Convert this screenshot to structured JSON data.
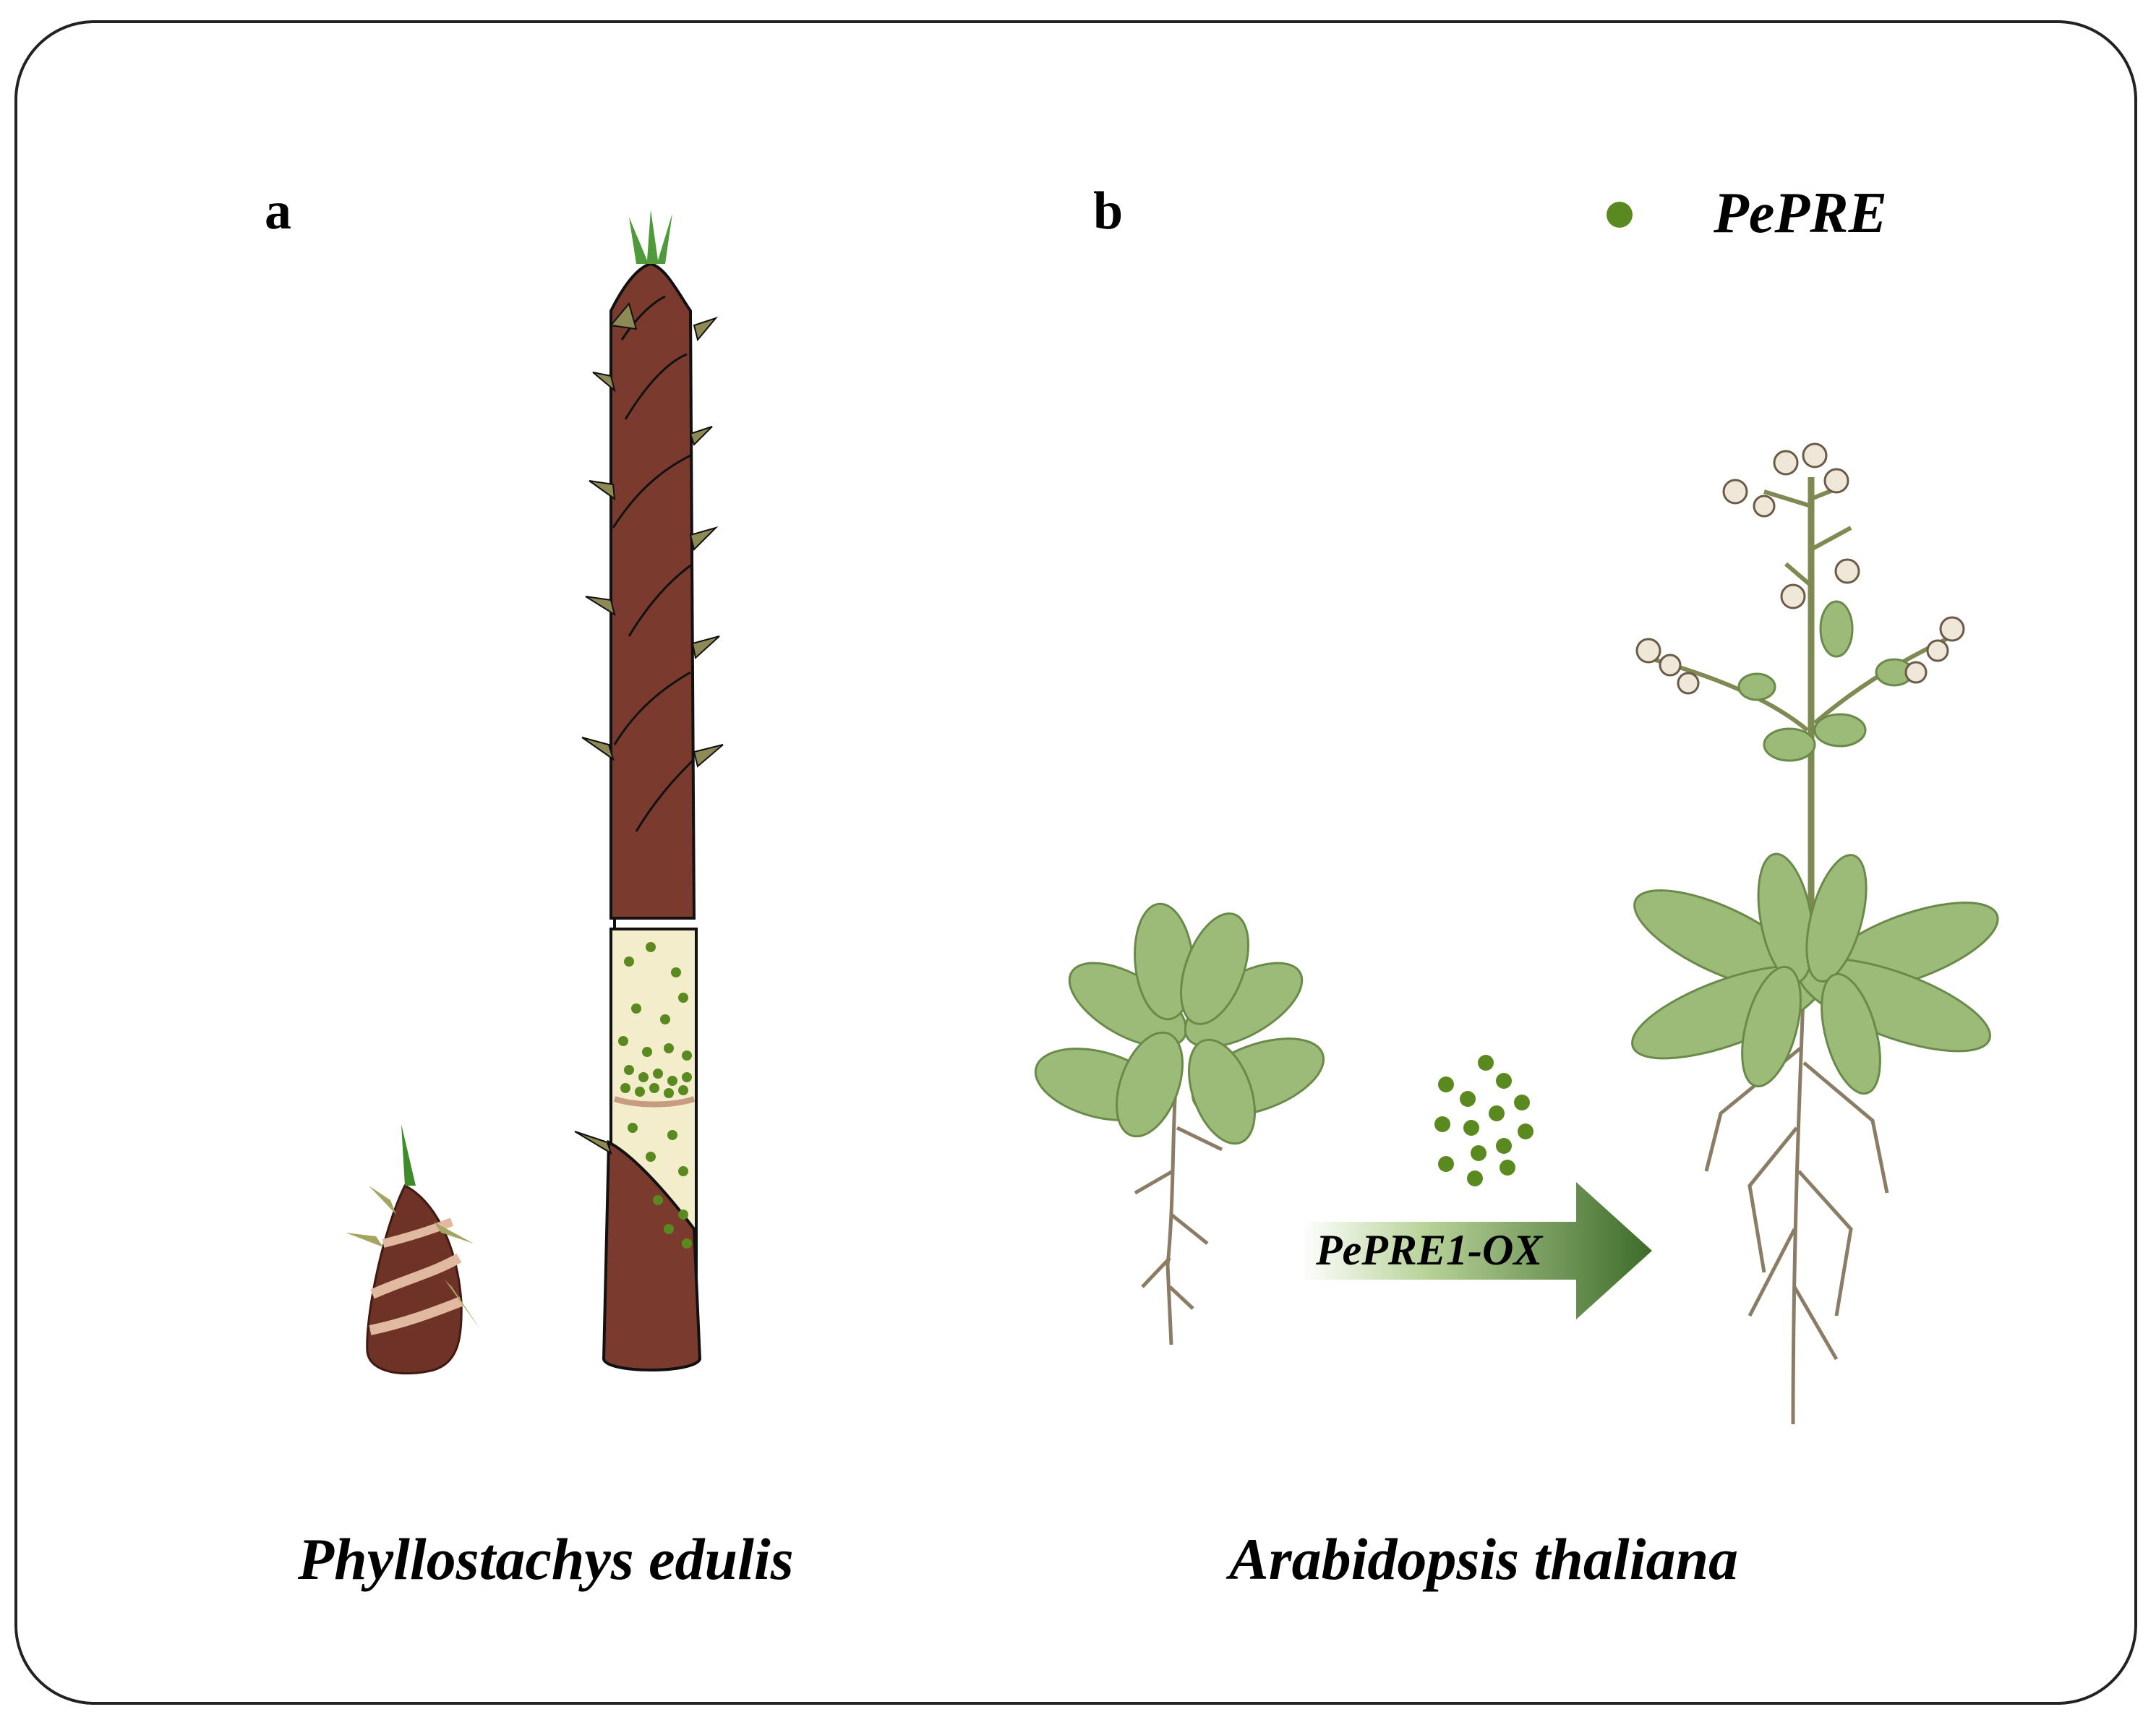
{
  "panels": {
    "a": "a",
    "b": "b"
  },
  "legend": {
    "label": "PePRE",
    "marker_color": "#5a8a1f"
  },
  "species": {
    "left": "Phyllostachys edulis",
    "right": "Arabidopsis thaliana"
  },
  "arrow": {
    "label": "PePRE1-OX",
    "color": "#3d6b2a"
  },
  "colors": {
    "culm": "#7a3b2e",
    "internode": "#f3edcc",
    "leaf": "#9cbb78",
    "root": "#8b7d65"
  }
}
